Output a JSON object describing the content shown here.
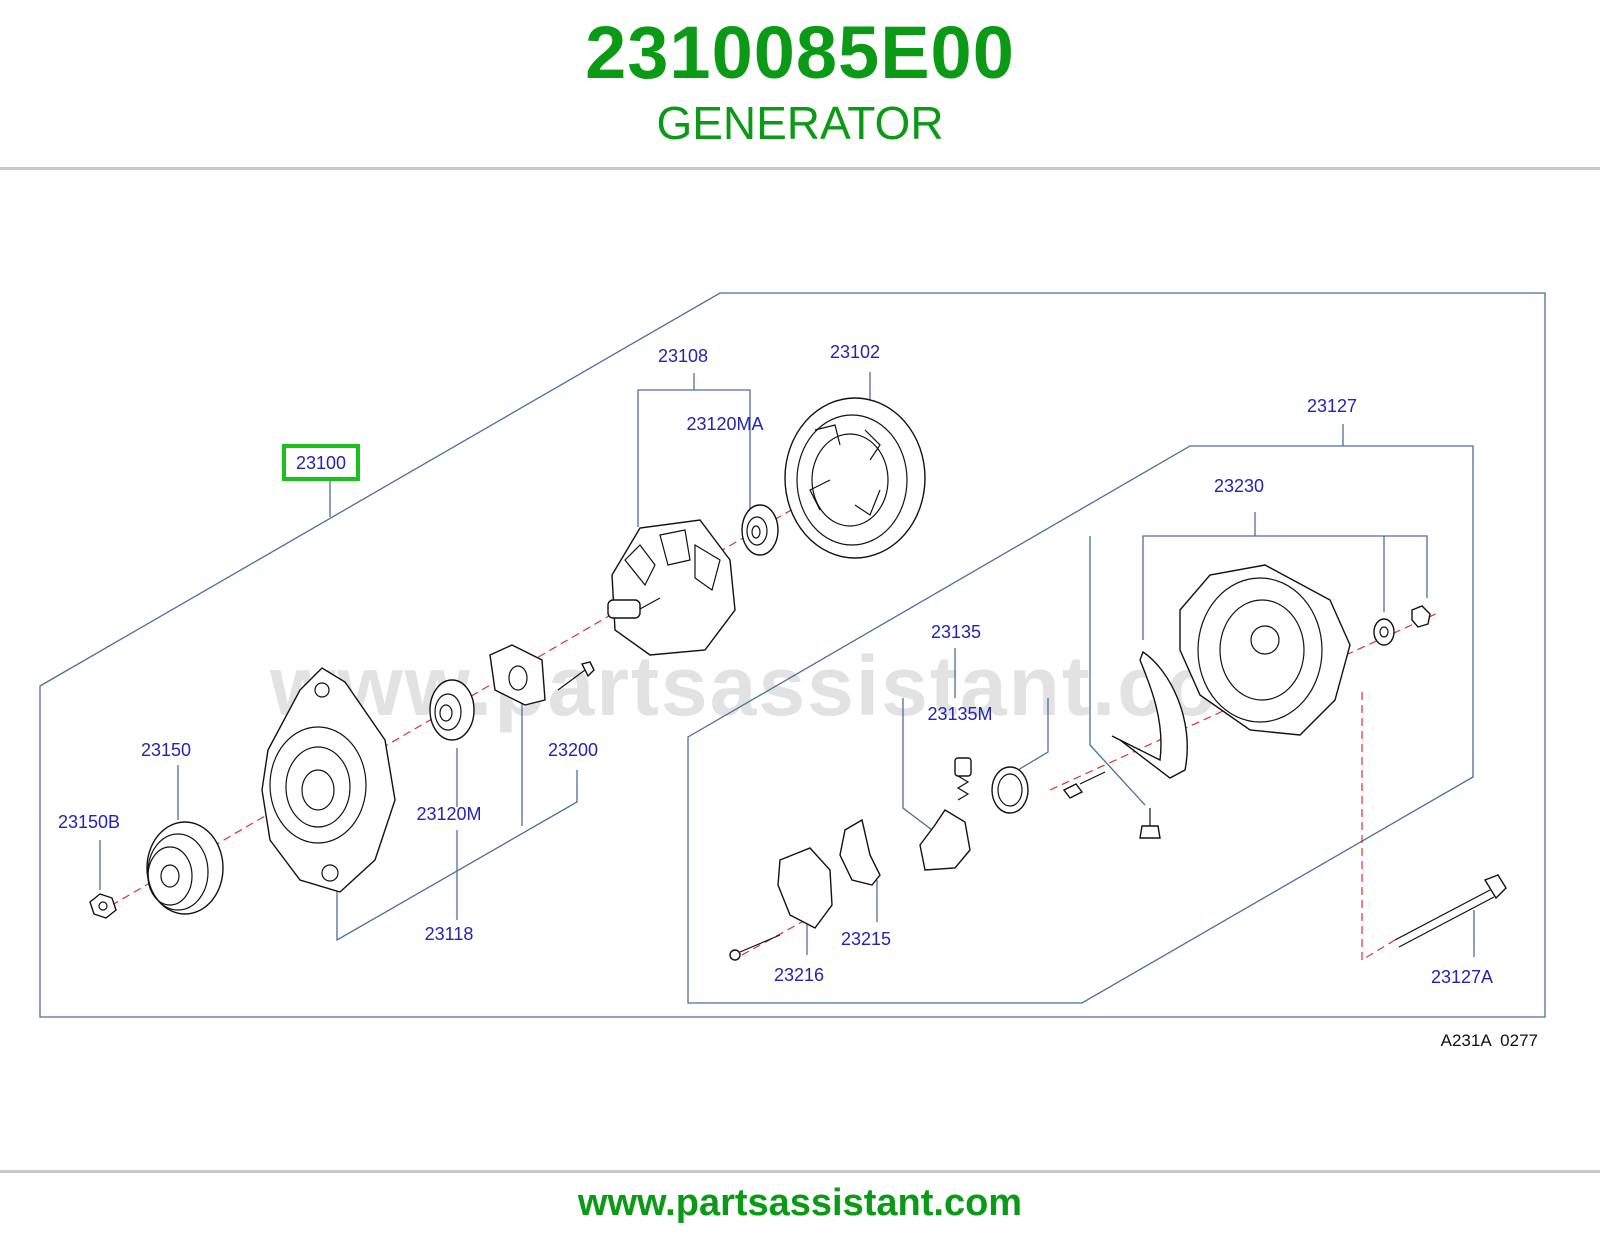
{
  "header": {
    "part_number": "2310085E00",
    "part_name": "GENERATOR"
  },
  "footer": {
    "website": "www.partsassistant.com"
  },
  "watermark": "www.partsassistant.com",
  "diagram_ref": "A231A  0277",
  "highlight_color": "#19c219",
  "callouts": {
    "c23100": "23100",
    "c23108": "23108",
    "c23102": "23102",
    "c23120MA": "23120MA",
    "c23127": "23127",
    "c23230": "23230",
    "c23135": "23135",
    "c23135M": "23135M",
    "c23150": "23150",
    "c23150B": "23150B",
    "c23120M": "23120M",
    "c23200": "23200",
    "c23118": "23118",
    "c23215": "23215",
    "c23216": "23216",
    "c23127A": "23127A"
  }
}
